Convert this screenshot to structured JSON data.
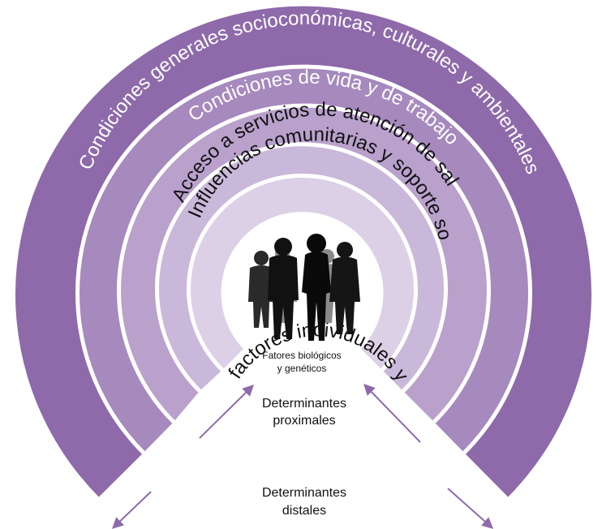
{
  "bands": [
    {
      "label": "Condiciones generales socioconómicas, culturales y ambientales",
      "fill": "#8e6aaa",
      "text_color": "#ffffff"
    },
    {
      "label": "Condiciones de vida y de trabajo",
      "fill": "#a689bd",
      "text_color": "#ffffff"
    },
    {
      "label": "Acceso a servicios de atención de salud",
      "fill": "#b9a1cc",
      "text_color": "#111111"
    },
    {
      "label": "Influencias comunitarias y soporte social",
      "fill": "#cab8da",
      "text_color": "#111111"
    },
    {
      "label": "factores individuales y preferencias en estilos de vida",
      "fill": "#dcd0e7",
      "text_color": "#111111"
    }
  ],
  "center": {
    "line1": "Fatores biológicos",
    "line2": "y genéticos",
    "figures_icon": "business-people-silhouette-icon"
  },
  "proximal": {
    "line1": "Determinantes",
    "line2": "proximales"
  },
  "distal": {
    "line1": "Determinantes",
    "line2": "distales"
  },
  "colors": {
    "arrow": "#8e6aaa",
    "background": "#ffffff"
  }
}
